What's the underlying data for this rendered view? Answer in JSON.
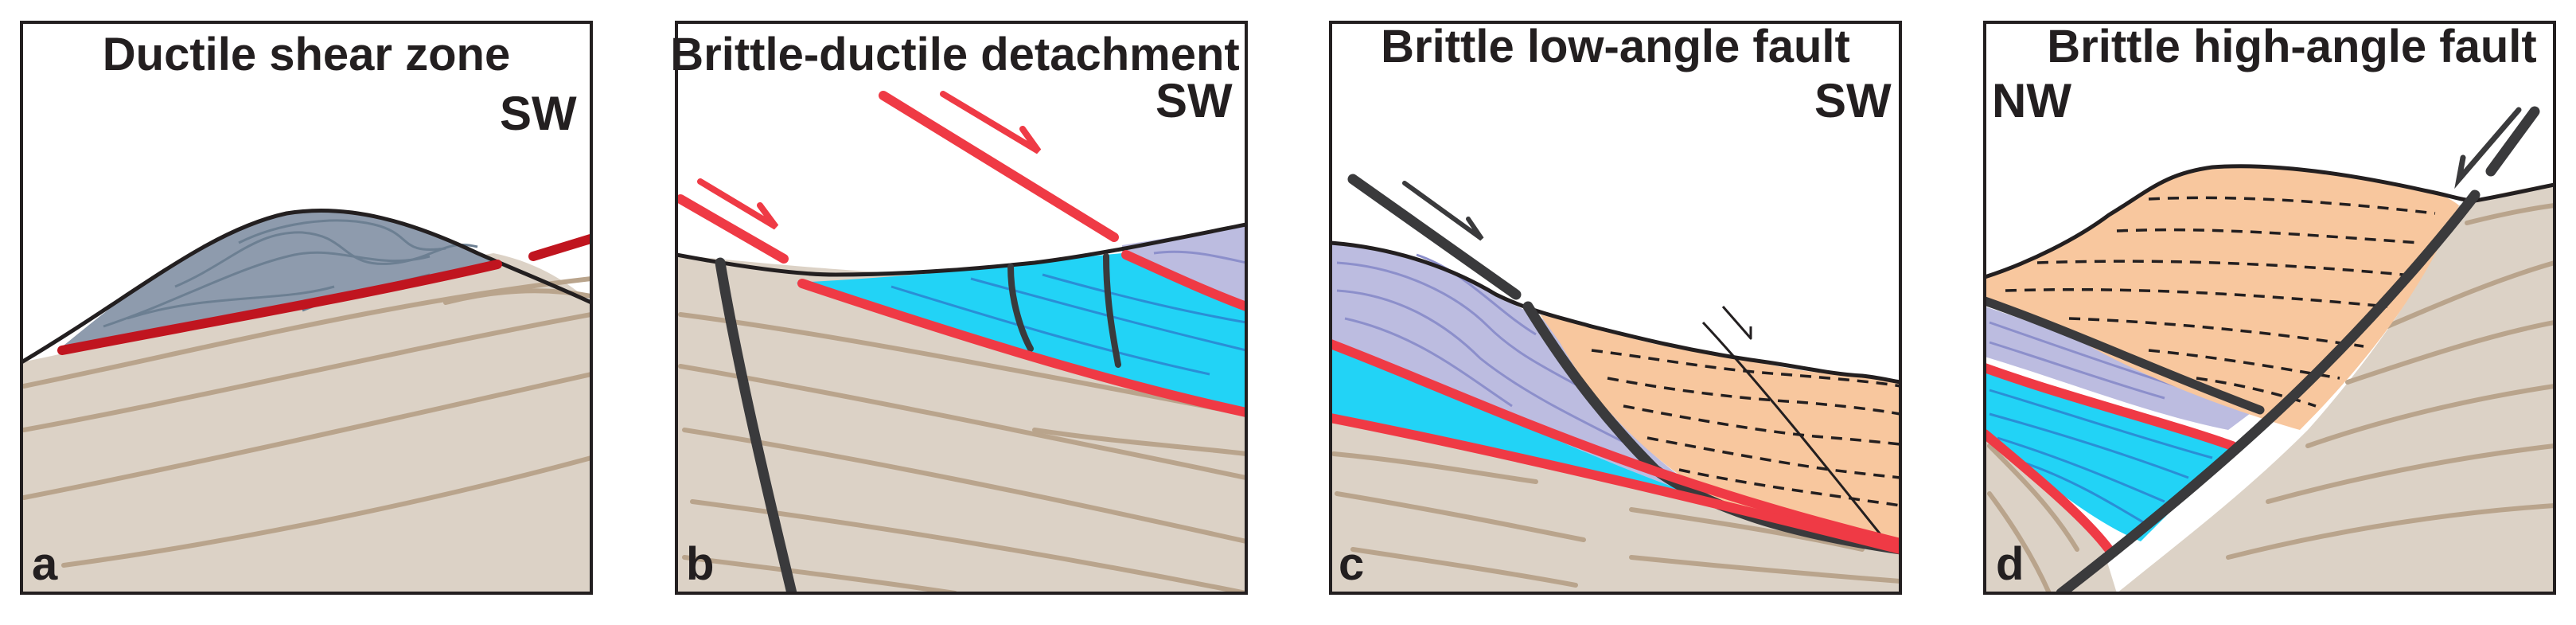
{
  "panels": [
    {
      "title": "Ductile shear zone",
      "direction": "SW",
      "letter": "a"
    },
    {
      "title": "Brittle-ductile detachment",
      "direction": "SW",
      "letter": "b"
    },
    {
      "title": "Brittle low-angle fault",
      "direction": "SW",
      "letter": "c"
    },
    {
      "title": "Brittle high-angle fault",
      "direction": "NW",
      "letter": "d"
    }
  ],
  "colors": {
    "background": "#ffffff",
    "host_rock": "#dcd2c6",
    "host_layering": "#b9a48c",
    "mylonite": "#8e9bad",
    "lavender_unit": "#bcbce0",
    "cyan_unit": "#22d3f6",
    "sediment": "#f8c79e",
    "fault_red": "#ef3a45",
    "fault_dark_red": "#c0151f",
    "fault_black": "#3a3a3c"
  }
}
